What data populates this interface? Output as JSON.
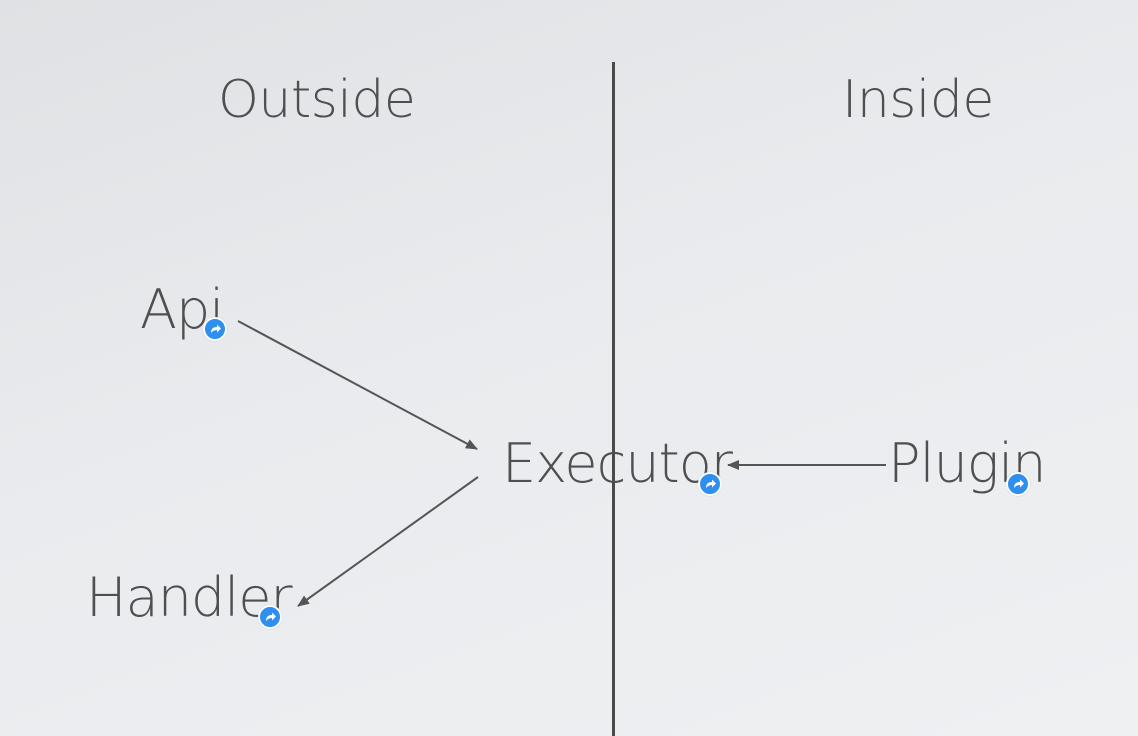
{
  "headings": {
    "left": "Outside",
    "right": "Inside"
  },
  "nodes": {
    "api": "Api",
    "executor": "Executor",
    "handler": "Handler",
    "plugin": "Plugin"
  },
  "colors": {
    "text": "#4f4f4f",
    "divider": "#4a4a4a",
    "arrow": "#555555",
    "link_badge": "#2f8fef"
  },
  "icons": {
    "link_badge": "link-arrow-icon"
  }
}
